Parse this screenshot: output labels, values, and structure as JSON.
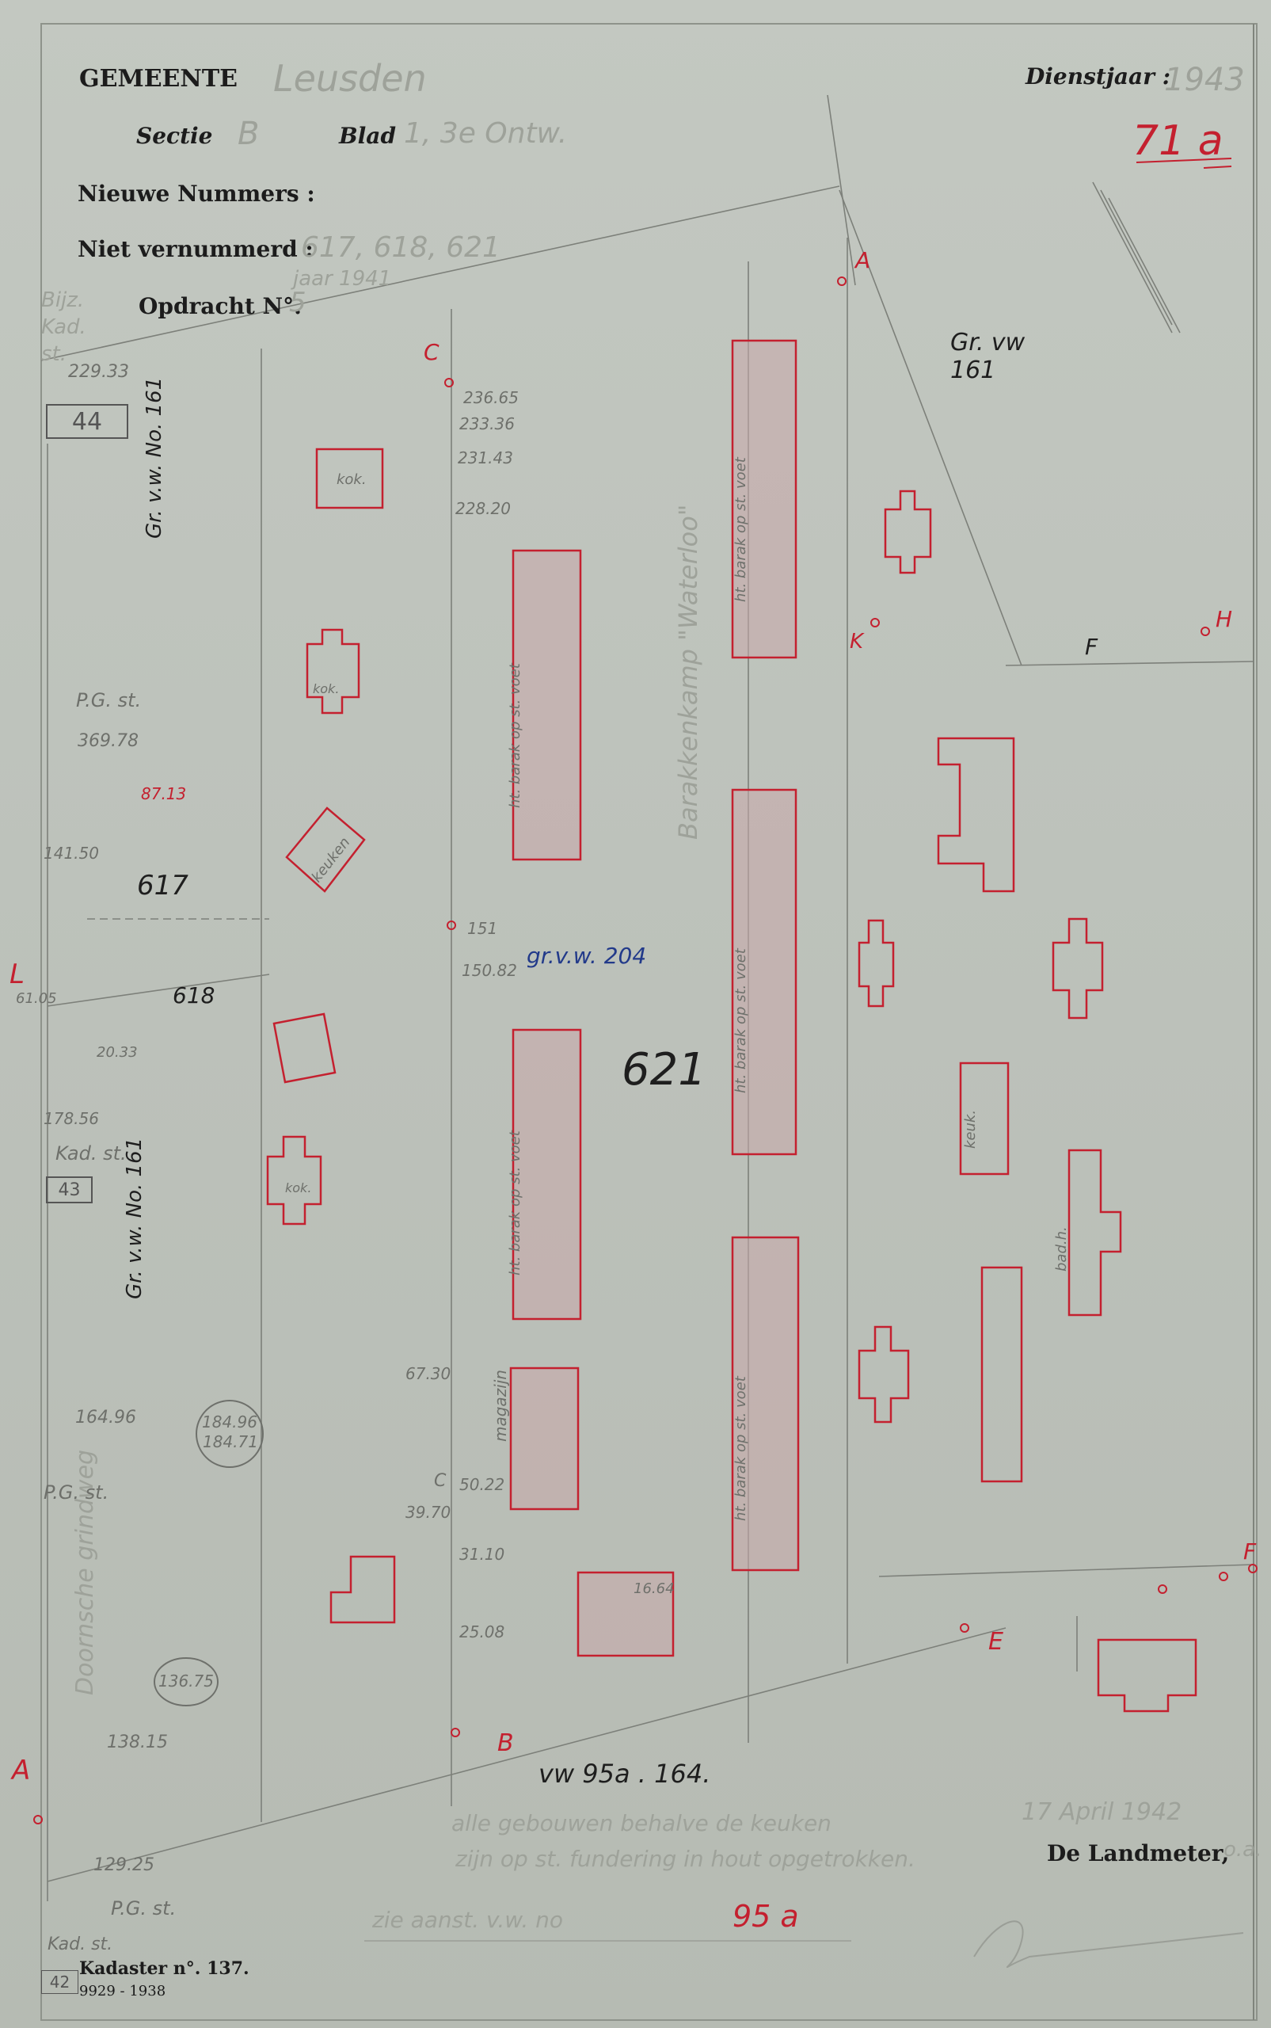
{
  "header": {
    "gemeente_label": "GEMEENTE",
    "gemeente_value": "Leusden",
    "dienstjaar_label": "Dienstjaar :",
    "dienstjaar_value": "1943",
    "sectie_label": "Sectie",
    "sectie_value": "B",
    "blad_label": "Blad",
    "blad_value": "1, 3e Ontw.",
    "nieuwe_label": "Nieuwe Nummers :",
    "niet_label": "Niet vernummerd :",
    "niet_value": "617, 618, 621",
    "opdracht_prefix": "jaar 1941",
    "opdracht_label": "Opdracht N°.",
    "opdracht_value": "5",
    "ref_number": "71 a",
    "bijz": "Bijz. Kad. st."
  },
  "footer": {
    "landmeter_label": "De Landmeter,",
    "landmeter_suffix": "o.a.",
    "date": "17 April 1942",
    "kadaster": "Kadaster n°. 137.",
    "print_code": "9929 - 1938",
    "note1": "alle gebouwen behalve de keuken",
    "note2": "zijn op st. fundering in hout opgetrokken.",
    "note3": "zie aanst. v.w. no",
    "note3_ref": "95 a",
    "vw_note": "vw 95a . 164.",
    "kad_st_bottom": "Kad. st.",
    "box_42": "42"
  },
  "map": {
    "parcel_621": "621",
    "parcel_617": "617",
    "parcel_618": "618",
    "grvw_204": "gr.v.w. 204",
    "gr_vw_161": "Gr. vw 161",
    "gr_vw_161_b": "Gr. v.w. No. 161",
    "gr_vw_161_c": "Gr. v.w. No. 161",
    "kamp_name": "Barakkenkamp \"Waterloo\"",
    "pg_st_1": "P.G. st.",
    "pg_st_2": "P.G. st.",
    "pg_st_3": "P.G. st.",
    "kad_st_1": "Kad. st.",
    "box_44": "44",
    "box_43": "43",
    "doorn": "Doornsche grindweg",
    "val_229": "229.33",
    "val_369": "369.78",
    "val_87": "87.13",
    "val_178": "178.56",
    "val_141": "141.50",
    "val_164": "164.96",
    "val_184a": "184.96",
    "val_184b": "184.71",
    "val_136": "136.75",
    "val_138": "138.15",
    "val_129": "129.25",
    "val_236": "236.65",
    "val_233": "233.36",
    "val_231": "231.43",
    "val_228": "228.20",
    "val_151": "151",
    "val_61": "61.05",
    "val_20": "20.33",
    "val_150": "150.82",
    "val_50": "50.22",
    "val_31": "31.10",
    "val_25": "25.08",
    "val_39": "39.70",
    "val_67": "67.30",
    "point_A_top": "A",
    "point_C_top": "C",
    "point_K": "K",
    "point_H": "H",
    "point_F_top": "F",
    "point_L": "L",
    "point_C_mid": "C",
    "point_B": "B",
    "point_E": "E",
    "point_F_bot": "F",
    "point_A_bot": "A",
    "bld_kok": "kok.",
    "bld_keuken": "keuken",
    "bld_magazijn": "magazijn",
    "bld_barak1": "ht. barak op st. voet",
    "bld_barak2": "ht. barak op st. voet",
    "bld_barak3": "ht. barak op st. voet",
    "bld_barak4": "ht. barak op st. voet",
    "bld_barak5": "ht. barak op st. voet",
    "bld_badh": "bad.h.",
    "bld_keuk": "keuk.",
    "bld_kok2": "kok.",
    "bld_kok3": "kok.",
    "bld_val": "16.64"
  },
  "colors": {
    "red_ink": "#c4202f",
    "building_fill": "#c9a7a9",
    "pencil": "#6e706b",
    "paper": "#bcc1ba"
  }
}
